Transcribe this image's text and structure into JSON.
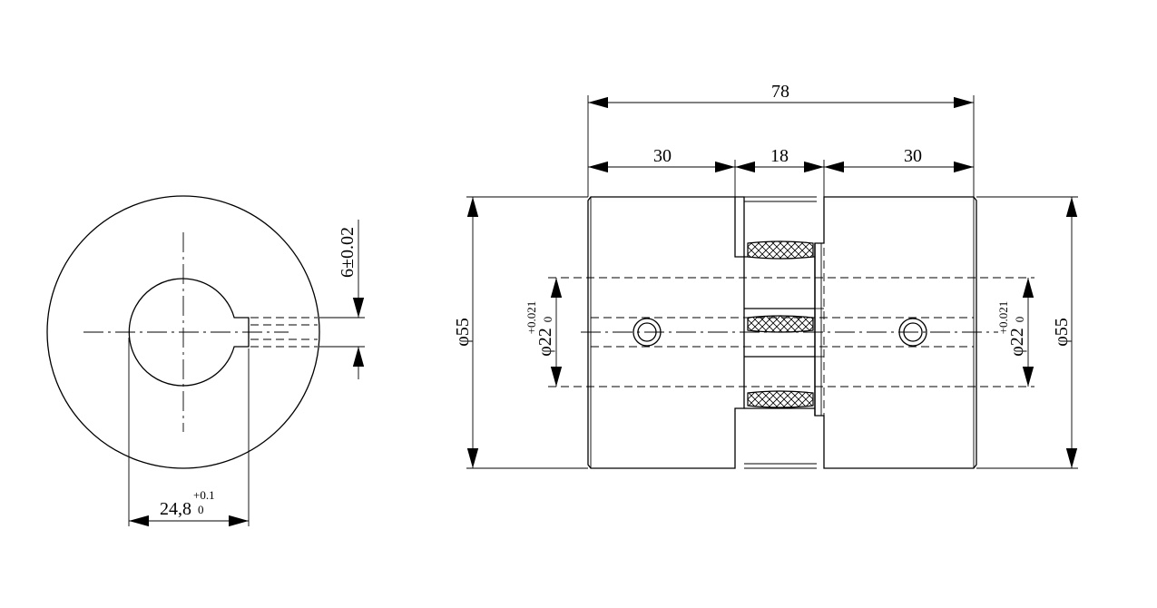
{
  "side_view": {
    "keyway_width": "6±0.02",
    "keyway_depth": "24,8",
    "keyway_depth_tol_upper": "+0.1",
    "keyway_depth_tol_lower": "0"
  },
  "front_view": {
    "overall_length": "78",
    "hub_left_length": "30",
    "spider_length": "18",
    "hub_right_length": "30",
    "outer_dia_left": "φ55",
    "outer_dia_right": "φ55",
    "bore_left": "φ22",
    "bore_left_tol_upper": "+0.021",
    "bore_left_tol_lower": "0",
    "bore_right": "φ22",
    "bore_right_tol_upper": "+0.021",
    "bore_right_tol_lower": "0"
  }
}
